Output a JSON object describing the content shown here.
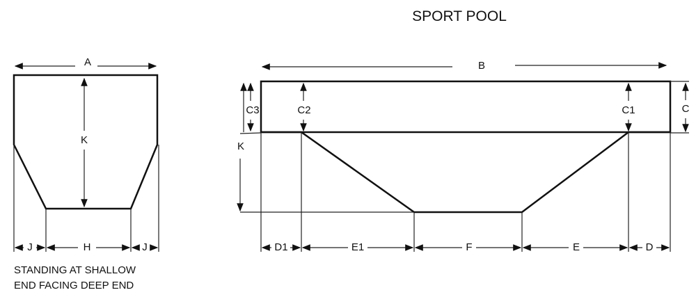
{
  "title": "SPORT POOL",
  "cross_section": {
    "labels": {
      "A": "A",
      "K": "K",
      "J_left": "J",
      "H": "H",
      "J_right": "J"
    },
    "caption_line1": "STANDING AT SHALLOW",
    "caption_line2": "END FACING DEEP END"
  },
  "profile": {
    "labels": {
      "B": "B",
      "C3": "C3",
      "C2": "C2",
      "C1": "C1",
      "C": "C",
      "K": "K",
      "D1": "D1",
      "E1": "E1",
      "F": "F",
      "E": "E",
      "D": "D"
    }
  }
}
